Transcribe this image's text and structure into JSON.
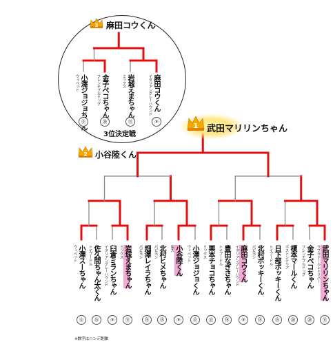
{
  "third_place_match": {
    "label": "3位決定戦",
    "winner": "麻田コウくん",
    "rank_badge": "3",
    "entrants": [
      {
        "breed": "ウィペット",
        "name": "小澤ジョジョちゃん",
        "seed": "⓪"
      },
      {
        "breed": "フレンチブルドッグ",
        "name": "金子ペコちゃん",
        "seed": "⑳"
      },
      {
        "breed": "ミックス",
        "name": "岩城えまちゃん",
        "seed": "⑪"
      },
      {
        "breed": "イタリアングレーハウンド",
        "name": "麻田コウくん",
        "seed": "⑨"
      }
    ]
  },
  "champion": {
    "name": "武田マリリンちゃん",
    "rank_badge": "1"
  },
  "runner_up": {
    "name": "小谷陸くん",
    "rank_badge": "2"
  },
  "entrants": [
    {
      "breed": "ウィペット",
      "name": "小澤スーちゃん",
      "seed": "⓪",
      "pink": false
    },
    {
      "breed": "トイプードル",
      "name": "佐久間ちゃん太くん",
      "seed": "⑮",
      "pink": false
    },
    {
      "breed": "イタリアングレーハウンド",
      "name": "臼倉ミランちゃん",
      "seed": "⑨",
      "pink": false
    },
    {
      "breed": "ミックス",
      "name": "岩城えまちゃん",
      "seed": "⑪",
      "pink": true
    },
    {
      "breed": "パピヨン",
      "name": "畑澤レイラちゃん",
      "seed": "⑮",
      "pink": false
    },
    {
      "breed": "パピヨン",
      "name": "北村ヒメちゃん",
      "seed": "⑮",
      "pink": false
    },
    {
      "breed": "柴犬",
      "name": "小谷陸くん",
      "seed": "⑨",
      "pink": true
    },
    {
      "breed": "ウィペット",
      "name": "小澤ジョジョくん",
      "seed": "⓪",
      "pink": false
    },
    {
      "breed": "ミックス",
      "name": "栗本チョコちゃん",
      "seed": "⑪",
      "pink": false
    },
    {
      "breed": "トイプードル",
      "name": "豊田なぎさちゃん",
      "seed": "⑲",
      "pink": false
    },
    {
      "breed": "イタリアングレーハウンド",
      "name": "麻田コウくん",
      "seed": "⑨",
      "pink": true
    },
    {
      "breed": "パピヨン",
      "name": "北村ポッキーくん",
      "seed": "⑮",
      "pink": false
    },
    {
      "breed": "トイプードル",
      "name": "日下部ポッキーくん",
      "seed": "⑮",
      "pink": false
    },
    {
      "breed": "ボストンテリア",
      "name": "榎本マールくん",
      "seed": "⑳",
      "pink": false
    },
    {
      "breed": "フレンチブルドッグ",
      "name": "金子ペコちゃん",
      "seed": "⑳",
      "pink": false
    },
    {
      "breed": "ラブラドールレトリバー",
      "name": "武田マリリンちゃん",
      "seed": "⑪",
      "pink": true
    }
  ],
  "footnote": "※数字はハンデ距離",
  "colors": {
    "win_line": "#e01010",
    "lose_line": "#888888",
    "highlight": "#f4a8d4",
    "crown": "#f5a800"
  }
}
